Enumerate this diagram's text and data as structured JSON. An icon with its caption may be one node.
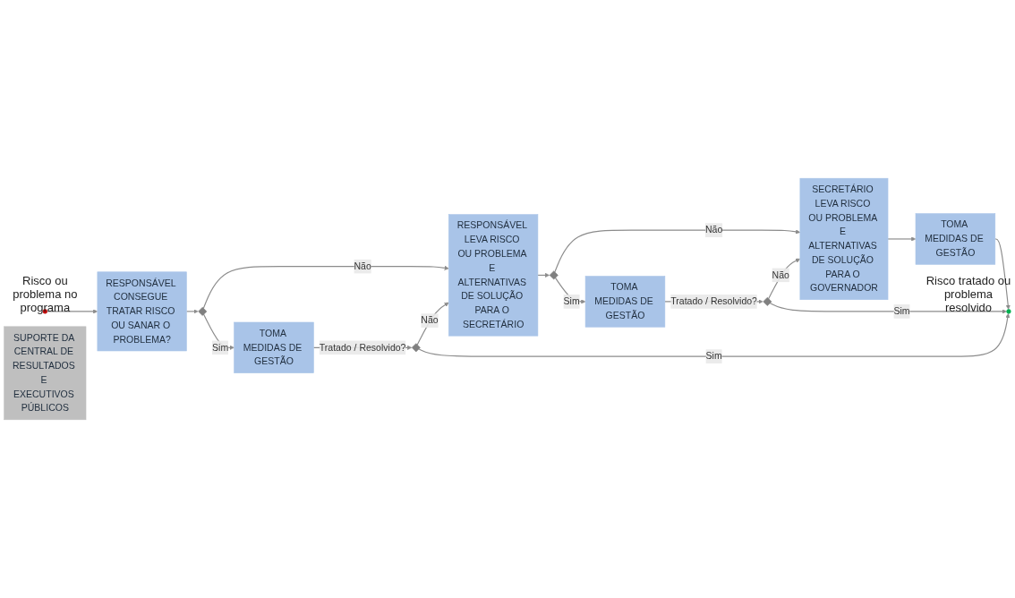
{
  "diagram": {
    "nodes": [
      {
        "text": [],
        "shape": "circle",
        "beside": [
          "Risco ou problema no programa"
        ]
      },
      {
        "text": [
          "RESPONSÁVEL CONSEGUE TRATAR RISCO OU SANAR O PROBLEMA?"
        ]
      },
      {
        "text": [],
        "shape": "diamond"
      },
      {
        "text": [
          "RESPONSÁVEL LEVA RISCO OU PROBLEMA E ALTERNATIVAS DE SOLUÇÃO PARA O SECRETÁRIO"
        ]
      },
      {
        "text": [],
        "shape": "diamond"
      },
      {
        "text": [
          "SECRETÁRIO LEVA RISCO OU PROBLEMA E ALTERNATIVAS DE SOLUÇÃO PARA O GOVERNADOR"
        ]
      },
      {
        "text": [
          "TOMA MEDIDAS DE GESTÃO"
        ]
      },
      {
        "text": [
          "TOMA MEDIDAS DE GESTÃO"
        ]
      },
      {
        "text": [
          "TOMA MEDIDAS DE GESTÃO"
        ]
      },
      {
        "text": [],
        "shape": "diamond"
      },
      {
        "text": [],
        "shape": "diamond"
      },
      {
        "text": [],
        "shape": "circle",
        "beside": [
          "Risco tratado ou problema resolvido"
        ]
      },
      {
        "text": [
          "SUPORTE DA CENTRAL DE RESULTADOS E EXECUTIVOS PÚBLICOS"
        ]
      }
    ],
    "edges": [
      {
        "from": 0,
        "to": 1,
        "arrow": "to"
      },
      {
        "from": 1,
        "to": 2,
        "arrow": "to"
      },
      {
        "from": 2,
        "to": 3,
        "arrow": "to",
        "label": "Não"
      },
      {
        "from": 2,
        "to": 6,
        "arrow": "to",
        "label": "Sim"
      },
      {
        "from": 3,
        "to": 4,
        "arrow": "to"
      },
      {
        "from": 4,
        "to": 5,
        "arrow": "to",
        "label": "Não"
      },
      {
        "from": 4,
        "to": 7,
        "arrow": "to",
        "label": "Sim"
      },
      {
        "from": 5,
        "to": 8,
        "arrow": "to"
      },
      {
        "from": 6,
        "to": 9,
        "arrow": "to",
        "label": "Tratado / Resolvido?"
      },
      {
        "from": 7,
        "to": 10,
        "arrow": "to",
        "label": "Tratado / Resolvido?"
      },
      {
        "from": 9,
        "to": 3,
        "arrow": "to",
        "label": "Não"
      },
      {
        "from": 10,
        "to": 5,
        "arrow": "to",
        "label": "Não"
      },
      {
        "from": 9,
        "to": 11,
        "arrow": "to",
        "label": "Sim"
      },
      {
        "from": 10,
        "to": 11,
        "arrow": "to",
        "label": "Sim"
      },
      {
        "from": 8,
        "to": 11,
        "arrow": "to"
      }
    ]
  }
}
